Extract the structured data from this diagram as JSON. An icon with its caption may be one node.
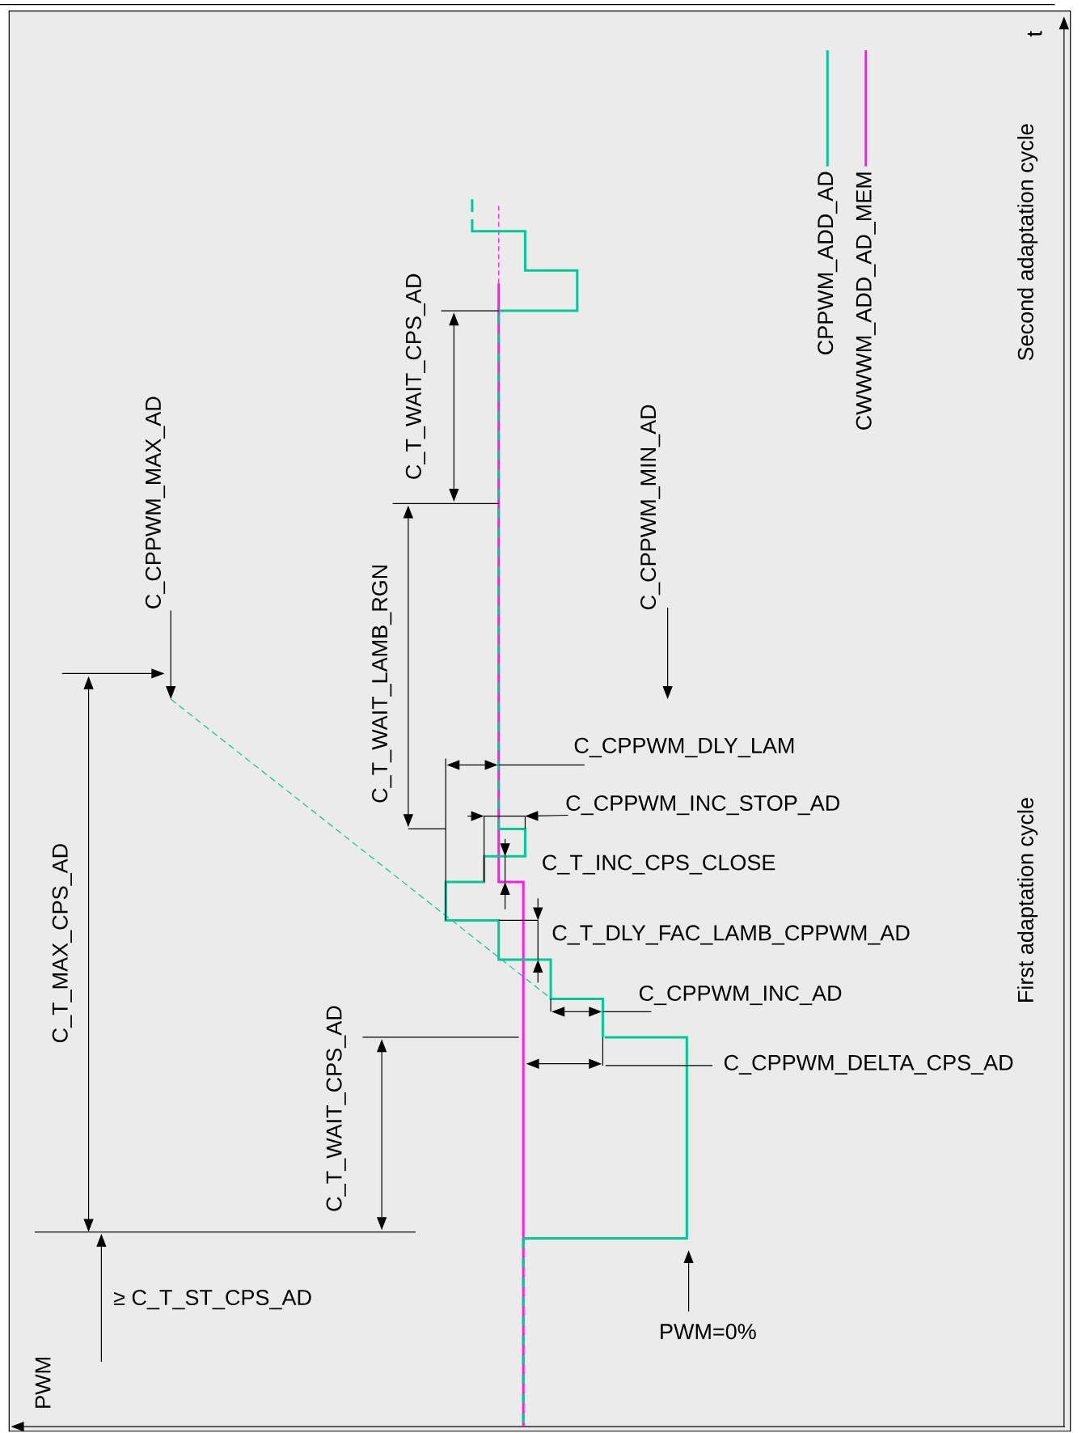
{
  "diagram": {
    "labels": [
      "t",
      "Second adaptation cycle",
      "C_T_WAIT_CPS_AD",
      "C_CPPWM_MAX_AD",
      "C_CPPWM_MIN_AD",
      "C_T_WAIT_LAMB_RGN",
      "C_CPPWM_DLY_LAM",
      "C_CPPWM_INC_STOP_AD",
      "C_T_INC_CPS_CLOSE",
      "First adaptation cycle",
      "C_T_MAX_CPS_AD",
      "C_T_DLY_FAC_LAMB_CPPWM_AD",
      "C_CPPWM_INC_AD",
      "C_CPPWM_DELTA_CPS_AD",
      "C_T_WAIT_CPS_AD",
      "≥ C_T_ST_CPS_AD",
      "PWM=0%",
      "PWM"
    ],
    "legend": [
      {
        "text": "CPPWM_ADD_AD"
      },
      {
        "text": "CWWWM_ADD_AD_MEM"
      }
    ]
  }
}
